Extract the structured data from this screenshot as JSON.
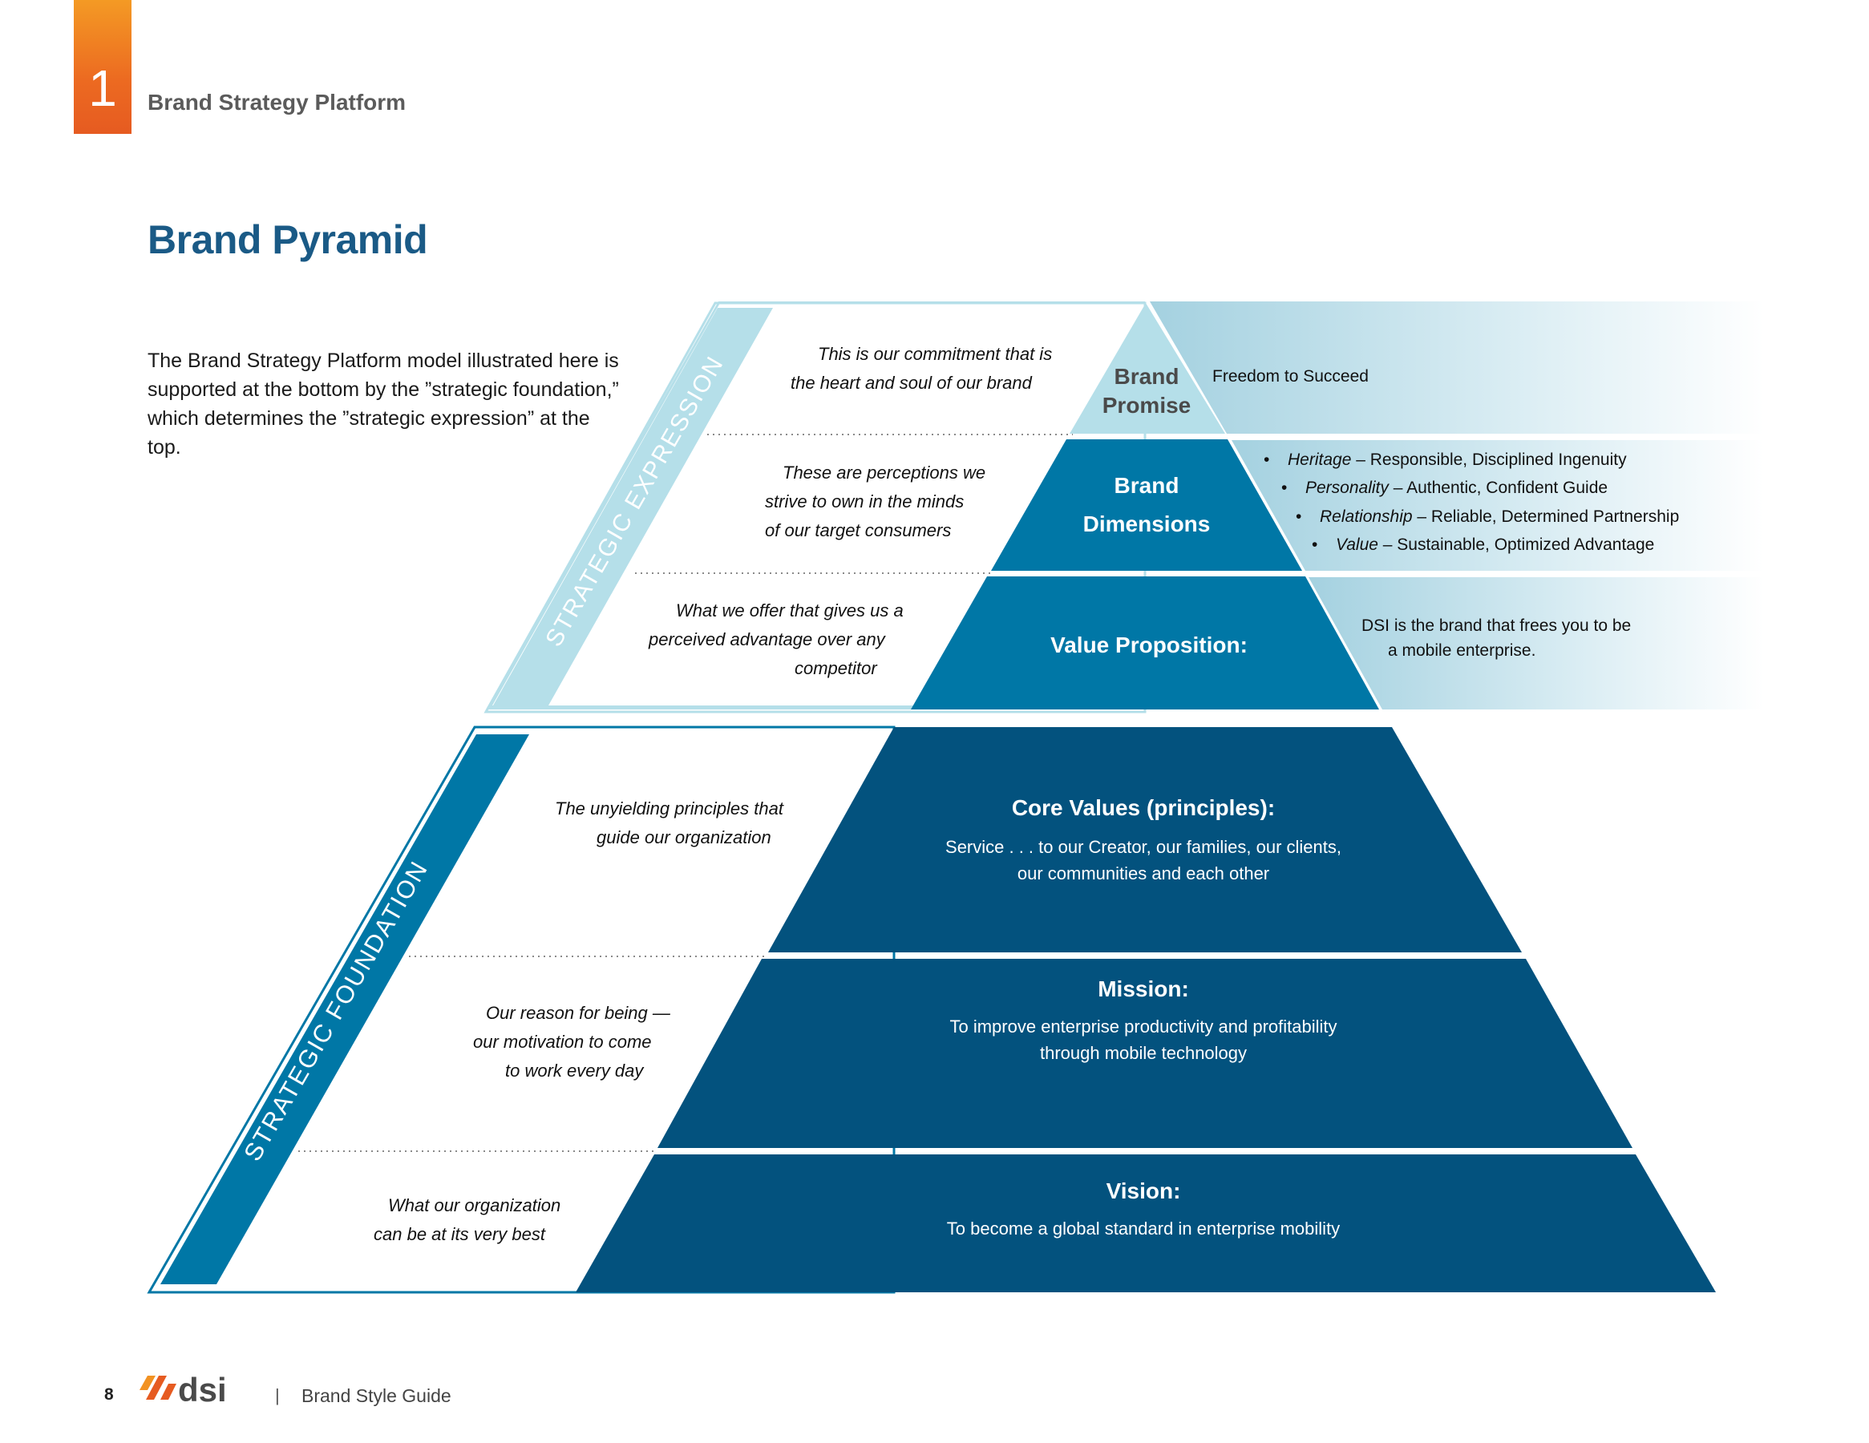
{
  "header": {
    "chapter_number": "1",
    "section_title": "Brand Strategy Platform"
  },
  "page": {
    "heading": "Brand Pyramid",
    "intro": "The Brand Strategy Platform model illustrated here is supported at the bottom by the ”strategic foundation,” which determines the ”strategic expression” at the top."
  },
  "groups": {
    "expression_label": "STRATEGIC EXPRESSION",
    "foundation_label": "STRATEGIC FOUNDATION"
  },
  "expression": {
    "brand_promise": {
      "title_line1": "Brand",
      "title_line2": "Promise",
      "desc_line1": "This is our commitment that is",
      "desc_line2": "the heart and soul of our brand",
      "value": "Freedom to Succeed"
    },
    "brand_dimensions": {
      "title_line1": "Brand",
      "title_line2": "Dimensions",
      "desc_line1": "These are perceptions we",
      "desc_line2": "strive to own in the minds",
      "desc_line3": "of our target consumers",
      "items": [
        {
          "term": "Heritage",
          "text": " – Responsible, Disciplined Ingenuity"
        },
        {
          "term": "Personality",
          "text": " – Authentic, Confident Guide"
        },
        {
          "term": "Relationship",
          "text": " – Reliable, Determined Partnership"
        },
        {
          "term": "Value",
          "text": " – Sustainable, Optimized Advantage"
        }
      ]
    },
    "value_proposition": {
      "title": "Value Proposition:",
      "desc_line1": "What we offer that gives us a",
      "desc_line2": "perceived advantage over any",
      "desc_line3": "competitor",
      "value_line1": "DSI is the brand that frees you to be",
      "value_line2": "a mobile enterprise."
    }
  },
  "foundation": {
    "core_values": {
      "title": "Core Values (principles):",
      "body_line1": "Service . . . to our Creator, our families, our clients,",
      "body_line2": "our communities and each other",
      "desc_line1": "The unyielding principles that",
      "desc_line2": "guide our organization"
    },
    "mission": {
      "title": "Mission:",
      "body_line1": "To improve enterprise productivity and profitability",
      "body_line2": "through mobile technology",
      "desc_line1": "Our reason for being —",
      "desc_line2": "our motivation to come",
      "desc_line3": "to work every day"
    },
    "vision": {
      "title": "Vision:",
      "body_line1": "To become a global standard in enterprise mobility",
      "desc_line1": "What our organization",
      "desc_line2": "can be at its very best"
    }
  },
  "colors": {
    "accent_orange": "#ec6a21",
    "heading_blue": "#1a5a86",
    "dark_navy": "#03527e",
    "mid_blue": "#0077a6",
    "light_blue": "#b5dfe9"
  },
  "footer": {
    "page_number": "8",
    "logo_text": "dsi",
    "separator": "|",
    "label": "Brand Style Guide"
  }
}
